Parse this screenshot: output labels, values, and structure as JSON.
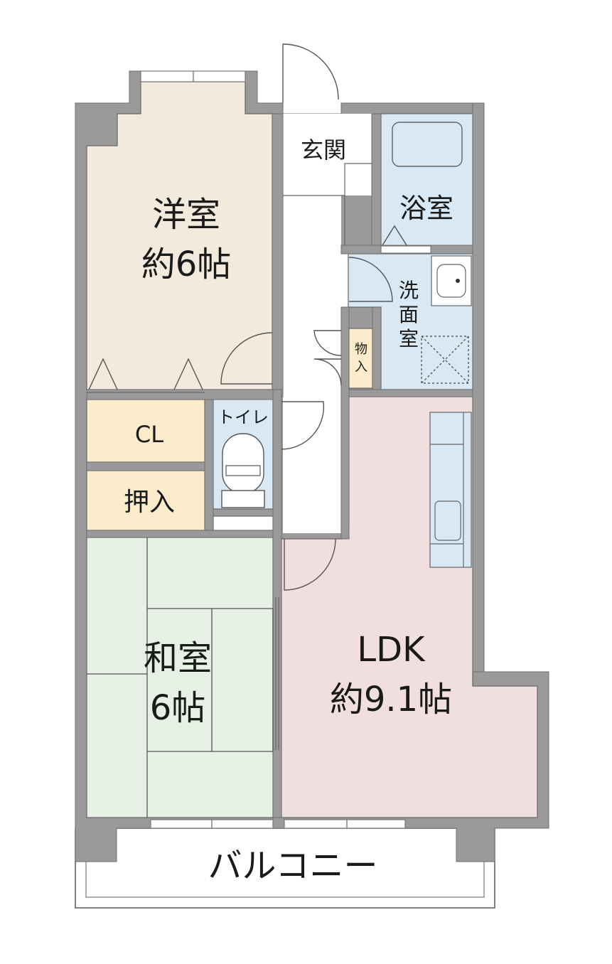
{
  "rooms": {
    "western": {
      "name": "洋室",
      "size": "約6帖"
    },
    "japanese": {
      "name": "和室",
      "size": "6帖"
    },
    "ldk": {
      "name": "LDK",
      "size": "約9.1帖"
    },
    "entrance": {
      "name": "玄関"
    },
    "bath": {
      "name": "浴室"
    },
    "washroom": {
      "name": "洗面室",
      "chars": [
        "洗",
        "面",
        "室"
      ]
    },
    "storage": {
      "name": "物入",
      "chars": [
        "物",
        "入"
      ]
    },
    "toilet": {
      "name": "トイレ"
    },
    "closet": {
      "name": "CL"
    },
    "oshiire": {
      "name": "押入"
    },
    "balcony": {
      "name": "バルコニー"
    }
  },
  "colors": {
    "western": "#f2eadc",
    "japanese": "#e6f0e5",
    "ldk": "#f1dfe0",
    "wet_area": "#d8e8f4",
    "storage": "#fbeccb",
    "wall": "#9a9a9a",
    "corridor": "#ffffff"
  }
}
